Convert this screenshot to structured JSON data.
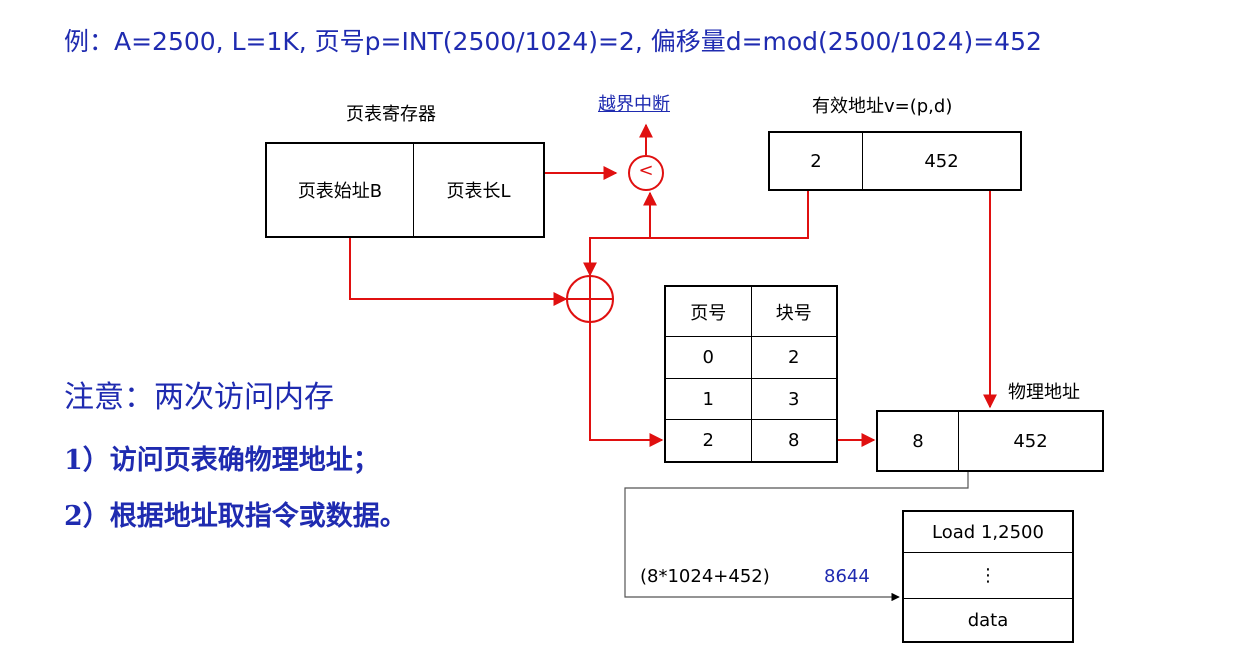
{
  "title": "例：A=2500, L=1K, 页号p=INT(2500/1024)=2, 偏移量d=mod(2500/1024)=452",
  "page_table_register": {
    "label": "页表寄存器",
    "start_address": "页表始址B",
    "length": "页表长L"
  },
  "out_of_bounds": "越界中断",
  "comparator_symbol": "<",
  "logical_address": {
    "label": "有效地址v=(p,d)",
    "page": "2",
    "offset": "452"
  },
  "page_table": {
    "headers": [
      "页号",
      "块号"
    ],
    "rows": [
      [
        "0",
        "2"
      ],
      [
        "1",
        "3"
      ],
      [
        "2",
        "8"
      ]
    ]
  },
  "physical_address": {
    "label": "物理地址",
    "block": "8",
    "offset": "452"
  },
  "calculation": {
    "formula": "(8*1024+452)",
    "result": "8644"
  },
  "memory": {
    "top": "Load 1,2500",
    "middle": "⋮",
    "bottom": "data"
  },
  "notes": {
    "title": "注意：两次访问内存",
    "line1": "1）访问页表确物理地址；",
    "line2": "2）根据地址取指令或数据。"
  },
  "colors": {
    "accent_blue": "#1f2bb0",
    "line_red": "#e01010"
  }
}
